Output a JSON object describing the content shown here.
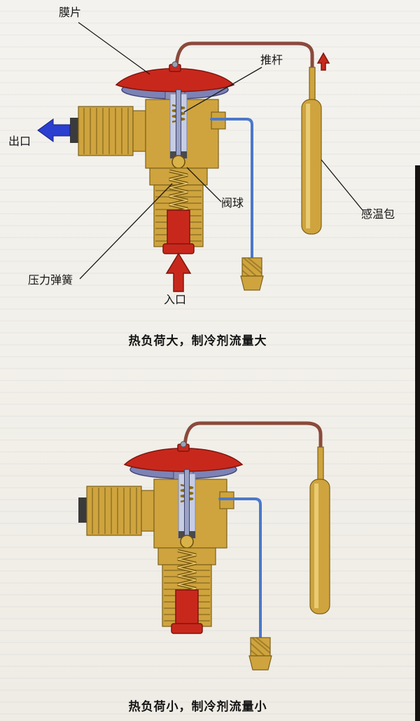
{
  "diagram": {
    "labels": {
      "diaphragm": "膜片",
      "push_rod": "推杆",
      "outlet": "出口",
      "valve_ball": "阀球",
      "pressure_spring": "压力弹簧",
      "inlet": "入口",
      "sensing_bulb": "感温包"
    },
    "captions": {
      "top": "热负荷大，制冷剂流量大",
      "bottom": "热负荷小，制冷剂流量小"
    },
    "colors": {
      "brass": "#cfa43e",
      "brass_dark": "#7c611c",
      "red": "#c8281c",
      "dark_red": "#7e150e",
      "blue_tube": "#4a78cc",
      "blue_arrow": "#2b3fd0",
      "capillary": "#8a4a3c",
      "bore": "#c6cde4",
      "paper": "#f2f0ea"
    }
  }
}
